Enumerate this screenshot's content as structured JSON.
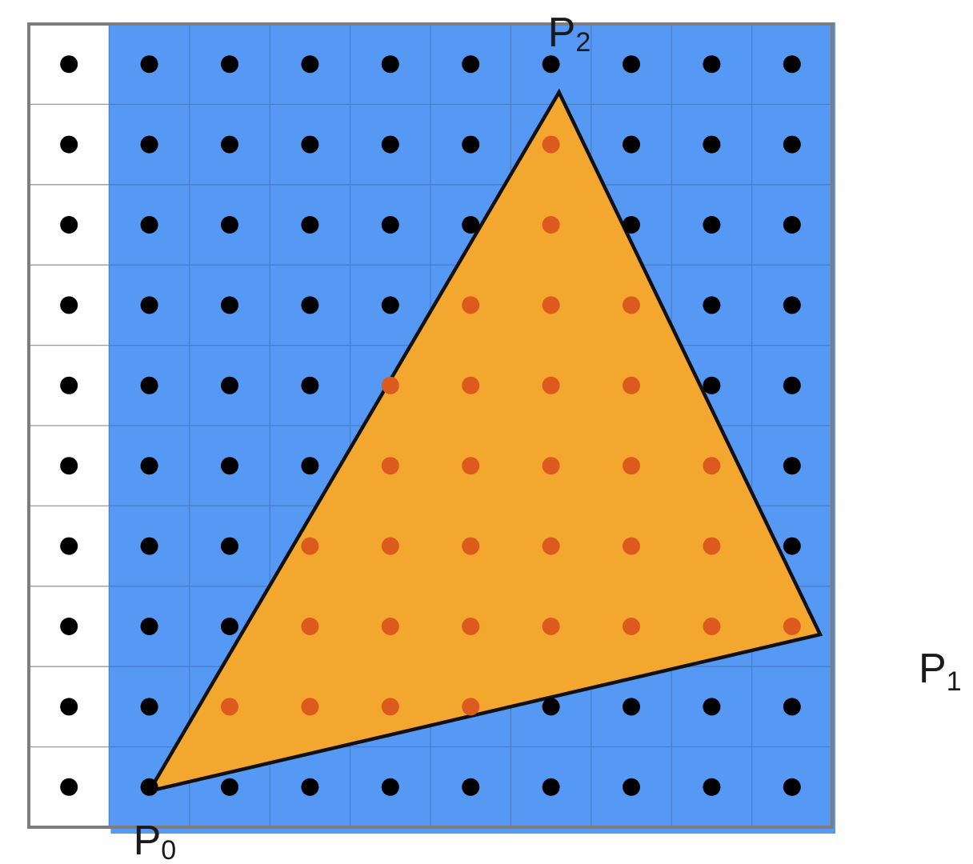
{
  "grid": {
    "columns": 10,
    "rows": 10,
    "uncovered_columns": [
      0
    ]
  },
  "triangle": {
    "vertices": {
      "P0": {
        "col": 1,
        "row": 9.05
      },
      "P1": {
        "col": 9.35,
        "row": 7.1
      },
      "P2": {
        "col": 6.1,
        "row": 0.35
      }
    }
  },
  "labels": {
    "p0": {
      "base": "P",
      "sub": "0"
    },
    "p1": {
      "base": "P",
      "sub": "1"
    },
    "p2": {
      "base": "P",
      "sub": "2"
    }
  },
  "colors": {
    "bounding_box": "#5599f5",
    "background": "#ffffff",
    "triangle_fill": "#f3a72e",
    "triangle_edge": "#111111",
    "grid_line": "#4a7fc8",
    "outer_border": "#7d7d7d",
    "sample_outside": "#000000",
    "sample_inside": "#dd5a1e"
  },
  "icons": {
    "sample": "filled-circle-dot"
  }
}
